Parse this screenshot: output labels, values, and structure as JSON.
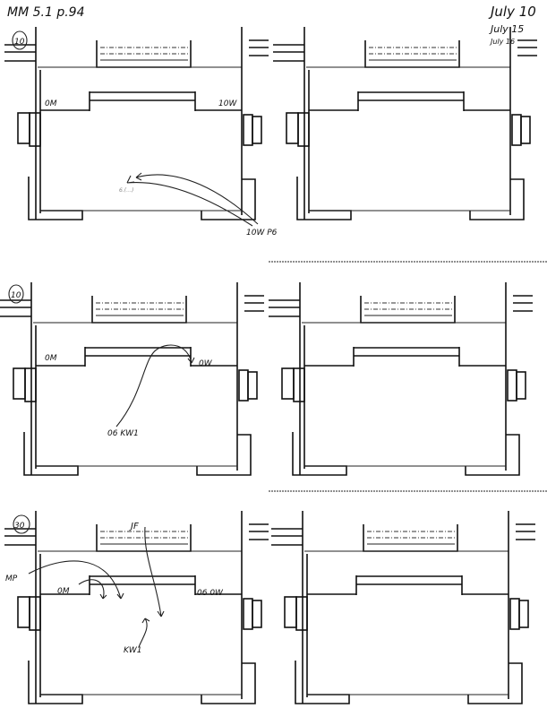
{
  "header": {
    "title": "MM 5.1 p.94",
    "dates": [
      "July 10",
      "July 15",
      "July 16"
    ]
  },
  "rows": [
    {
      "cue": "10",
      "labels": {
        "left": "0M",
        "right": "10W",
        "target": "6.(…)",
        "source": "10W P6"
      }
    },
    {
      "cue": "10",
      "labels": {
        "left": "0M",
        "right": "0W",
        "source": "06 KW1"
      }
    },
    {
      "cue": "30",
      "labels": {
        "mp": "MP",
        "left": "0M",
        "right": "06 0W",
        "jf": "JF",
        "kw": "KW1"
      }
    }
  ],
  "colors": {
    "ink": "#111111",
    "paper": "#ffffff"
  }
}
